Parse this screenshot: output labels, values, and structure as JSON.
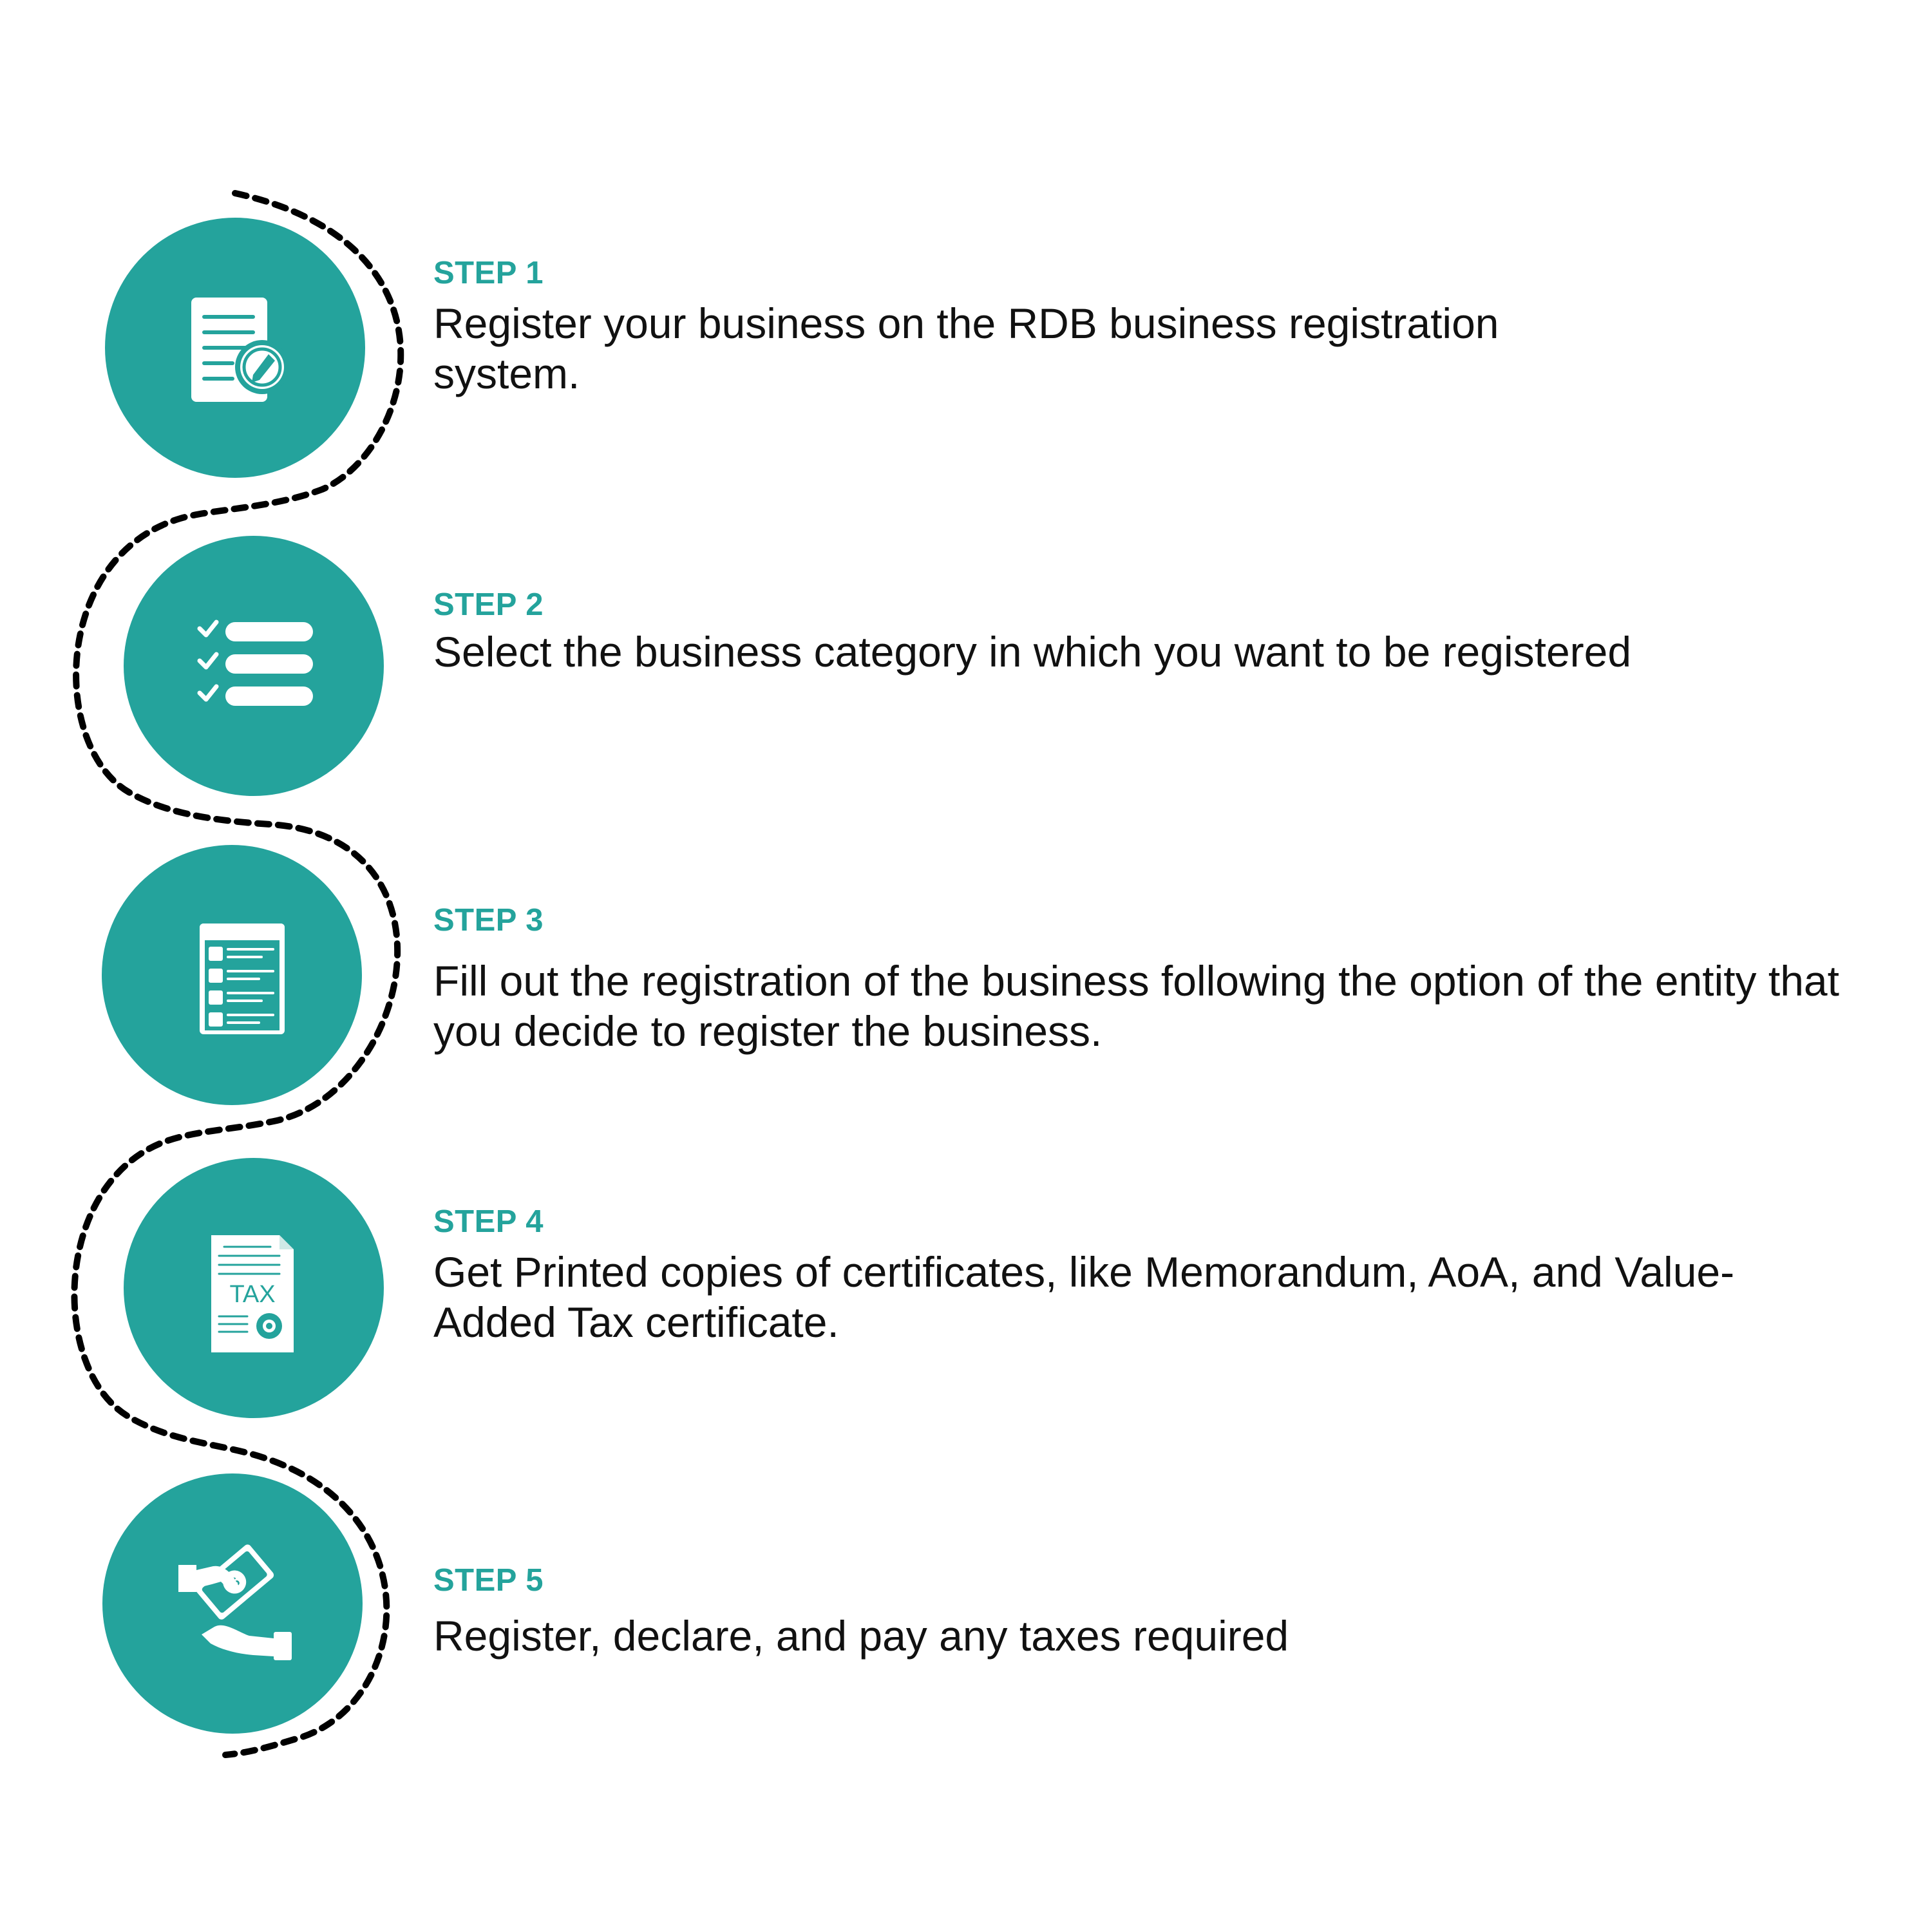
{
  "colors": {
    "accent": "#24a39c",
    "text": "#111111",
    "connector": "#000000",
    "background": "#ffffff"
  },
  "steps": [
    {
      "label": "STEP 1",
      "text": "Register your business on the RDB business registration system.",
      "icon": "document-pencil-icon"
    },
    {
      "label": "STEP 2",
      "text": "Select the business category in which you want to be registered",
      "icon": "checklist-icon"
    },
    {
      "label": "STEP 3",
      "text": "Fill out the registration of the business following the option of the entity that you decide to register the business.",
      "icon": "form-icon"
    },
    {
      "label": "STEP 4",
      "text": "Get Printed copies of certificates, like Memorandum, AoA, and Value-Added Tax certificate.",
      "icon": "tax-document-icon"
    },
    {
      "label": "STEP 5",
      "text": "Register, declare, and pay any taxes required",
      "icon": "hand-paying-money-icon"
    }
  ],
  "tax_icon_text": "TAX"
}
